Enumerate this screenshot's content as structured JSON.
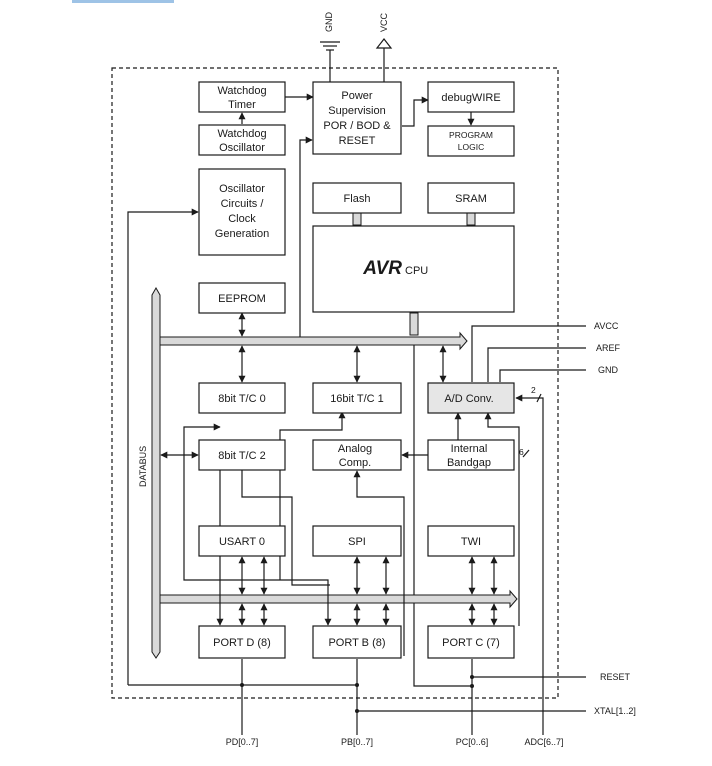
{
  "blocks": {
    "watchdog_timer": [
      "Watchdog",
      "Timer"
    ],
    "watchdog_osc": [
      "Watchdog",
      "Oscillator"
    ],
    "osc_circuits": [
      "Oscillator",
      "Circuits /",
      "Clock",
      "Generation"
    ],
    "power_supervision": [
      "Power",
      "Supervision",
      "POR / BOD &",
      "RESET"
    ],
    "debugwire": "debugWIRE",
    "program_logic": [
      "PROGRAM",
      "LOGIC"
    ],
    "flash": "Flash",
    "sram": "SRAM",
    "cpu_logo": "AVR",
    "cpu_label": "CPU",
    "eeprom": "EEPROM",
    "tc0": "8bit T/C 0",
    "tc1": "16bit T/C 1",
    "adc": "A/D Conv.",
    "tc2": "8bit T/C 2",
    "analog_comp": [
      "Analog",
      "Comp."
    ],
    "bandgap": [
      "Internal",
      "Bandgap"
    ],
    "usart": "USART 0",
    "spi": "SPI",
    "twi": "TWI",
    "port_d": "PORT D (8)",
    "port_b": "PORT B (8)",
    "port_c": "PORT C (7)"
  },
  "bus_label": "DATABUS",
  "pins": {
    "gnd_top": "GND",
    "vcc_top": "VCC",
    "avcc": "AVCC",
    "aref": "AREF",
    "gnd_right": "GND",
    "reset": "RESET",
    "xtal": "XTAL[1..2]",
    "pd": "PD[0..7]",
    "pb": "PB[0..7]",
    "pc": "PC[0..6]",
    "adc_pins": "ADC[6..7]"
  },
  "bus_widths": {
    "adc_mux": "2",
    "bandgap_bus": "6"
  }
}
